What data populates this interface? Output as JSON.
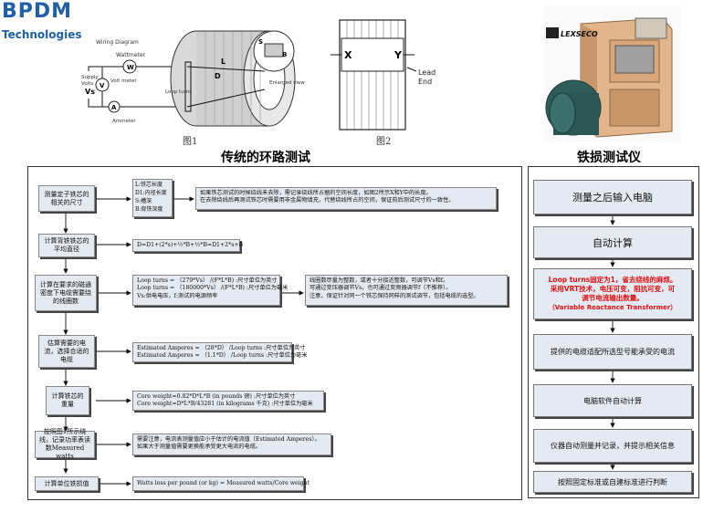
{
  "brand": {
    "name": "BPDM",
    "subtitle": "Technologies"
  },
  "figure1": {
    "label": "图1",
    "labels": {
      "wiring": "Wiring Diagram",
      "wattmeter": "Wattmeter",
      "supply": "Supply",
      "volts": "Volts",
      "vs": "Vs",
      "voltmeter": "Volt meter",
      "ammeter": "Ammeter",
      "loop": "Loop turns",
      "l": "L",
      "d": "D",
      "s": "S",
      "b": "B",
      "enlarged": "Enlarged view",
      "w": "W",
      "v": "V",
      "a": "A"
    }
  },
  "figure2": {
    "label": "图2",
    "x": "X",
    "y": "Y",
    "lead": "Lead",
    "end": "End"
  },
  "instrument": {
    "brand": "LEXSECO"
  },
  "titles": {
    "left": "传统的环路测试",
    "right": "铁损测试仪"
  },
  "flow": {
    "step1": "测量定子铁芯的相关的尺寸",
    "step1_dims": [
      "L:铁芯长度",
      "D1:内径长度",
      "S:槽深",
      "B:背铁深度"
    ],
    "step1_note": [
      "如果铁芯测试的时候绕线未去除，需记录绕线所占据的空间长度，如图2所示X和Y中的长度。",
      "在去除绕线后再测试铁芯时需要用非金属物填充，代替绕线所占的空间，保证前后测试尺寸的一致性。"
    ],
    "step2": "计算背铁铁芯的平均直径",
    "step2_formula": "D=D1+(2*s)+½*B+½*B=D1+2*s+B",
    "step3": "计算在要求的磁通密度下电缆需要绕的线圈数",
    "step3_formula": [
      "Loop turns =  （279*Vs） /(F*L*B) :尺寸单位为英寸",
      "Loop turns =  （180000*Vs） /(F*L*B) :尺寸单位为毫米",
      "Vs:供电电压，f:测试的电源频率"
    ],
    "step3_note": [
      "线圈数尽量为整数，或者十分接近整数，可调节Vs和f。",
      "可通过变压器调节Vs，也可通过变频器调节f（不推荐）。",
      "注意，保证针对同一个铁芯保持同样的测试调节，包括电缆的选型。"
    ],
    "step4": "估算需要的电流，选择合适的电缆",
    "step4_formula": [
      "Estimated Amperes =  （28*D） /Loop turns :尺寸单位为英寸",
      "Estimated Amperes =  （1.1*D） /Loop turns :尺寸单位为毫米"
    ],
    "step5": "计算铁芯的重量",
    "step5_formula": [
      "Core weight=0.82*D*L*B (in pounds 磅) :尺寸单位为英寸",
      "Core weight=D*L*B/43281 (in kilograms 千克) :尺寸单位为毫米"
    ],
    "step6": "按照图1所示绕线，记录功率表读数Measured watts",
    "step6_note": [
      "需要注意，电流表测量值应小于估计的电流值（Estimated Amperes）。",
      "如果大于测量值需要更换能承受更大电流的电缆。"
    ],
    "step7": "计算单位铁损值",
    "step7_formula": "Watts loss per pound (or kg) = Measured watts/Core weight"
  },
  "right_flow": {
    "r1": "测量之后输入电脑",
    "r2": "自动计算",
    "r3_lines": [
      "Loop turns固定为1，省去绕线的麻烦。",
      "采用VRT技术，电压可变，阻抗可变，可",
      "调节电流输出数量。"
    ],
    "r3_sub": "（Variable Reactance Transformer）",
    "r4": "提供的电缆适配所选型号能承受的电流",
    "r5": "电脑软件自动计算",
    "r6": "仪器自动测量并记录，并提示相关信息",
    "r7": "按照固定标准或自建标准进行判断"
  }
}
